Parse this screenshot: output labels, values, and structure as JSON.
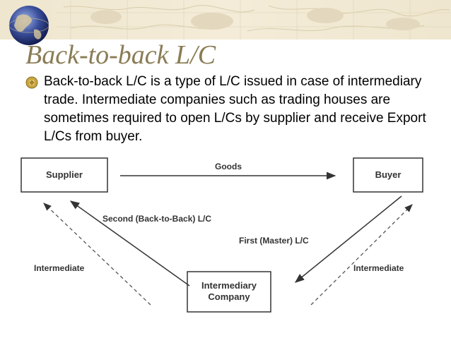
{
  "slide": {
    "title": "Back-to-back L/C",
    "bullet_text": "Back-to-back L/C is a type of L/C issued in case of intermediary trade. Intermediate companies such as trading houses are sometimes required to open L/Cs by supplier and receive Export L/Cs from buyer."
  },
  "diagram": {
    "supplier": "Supplier",
    "buyer": "Buyer",
    "intermediary_line1": "Intermediary",
    "intermediary_line2": "Company",
    "goods": "Goods",
    "second_lc": "Second (Back-to-Back) L/C",
    "first_lc": "First (Master) L/C",
    "intermediate_left": "Intermediate",
    "intermediate_right": "Intermediate"
  },
  "icons": {
    "globe": "globe-icon",
    "bullet": "bullet-icon"
  },
  "colors": {
    "title": "#8a7c55",
    "banner": "#efe6cf",
    "bullet": "#c9a640"
  }
}
